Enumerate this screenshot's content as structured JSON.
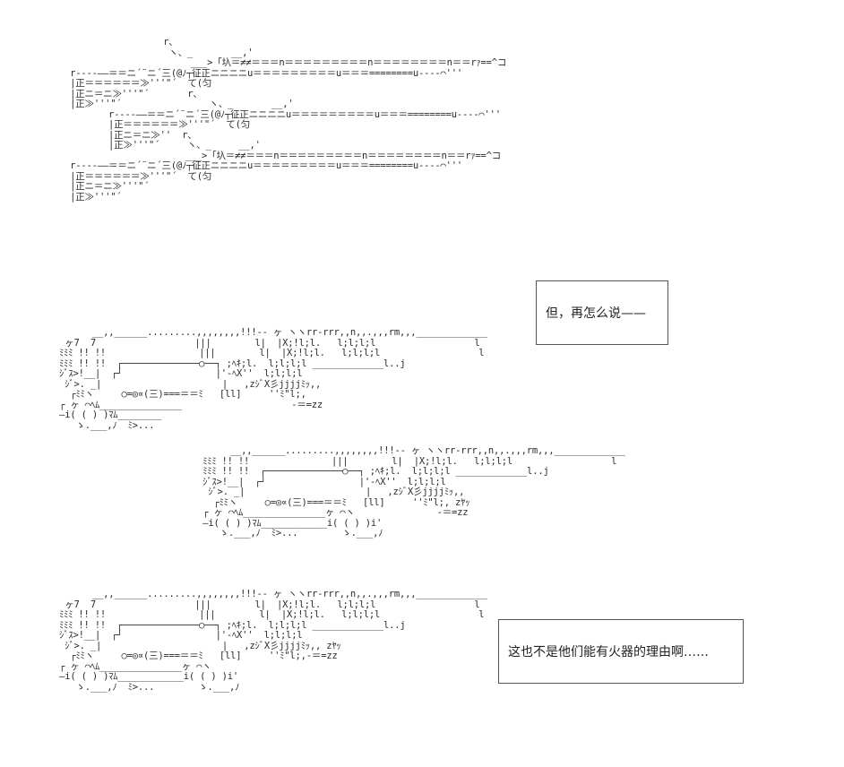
{
  "art": {
    "rifles": "                  r、\n                   ヽ、_       __,'\n                       ___>「圦＝≠≠＝＝＝n＝＝＝＝＝＝＝＝＝n＝＝＝＝＝＝＝＝n＝＝rｧ==^コ\n r----――＝＝ニ´¨ニ´三(@ﾉ┬征正ニニニニu＝＝＝＝＝＝＝＝＝u＝＝＝========u---‐⌒'''\n |正＝＝＝＝＝＝≫'''\"´  て(匀\n |正ニ＝ニ≫'''\"´       r、\n |正≫'''\"´                ヽ、_       __,'\n        r----――＝＝ニ´¨ニ´三(@ﾉ┬征正ニニニニu＝＝＝＝＝＝＝＝＝u＝＝＝========u---‐⌒'''\n        |正＝＝＝＝＝＝≫'''\"´  て(匀\n        |正ニ＝ニ≫''  r、\n        |正≫'''\"´     ヽ、_     __,'\n                      ___>「圦＝≠≠＝＝＝n＝＝＝＝＝＝＝＝＝n＝＝＝＝＝＝＝＝n＝＝rｧ==^コ\n r----――＝＝ニ´¨ニ´三(@ﾉ┬征正ニニニニu＝＝＝＝＝＝＝＝＝u＝＝＝========u---‐⌒'''\n |正＝＝＝＝＝＝≫'''\"´  て(匀\n |正ニ＝ニ≫'''\"´\n |正≫'''\"´",
    "cannon_top": "       __,,______.........,,,,,,,,!!!‐‐ ヶ ヽヽrr-rrr,,n,,.,,,rm,,,_____________\n  ヶ7  7                  |||        l|  |X;!l;l.   l;l;l;l                  l\n ﾐﾐﾐ !! !!                 |||        l|  |X;!l;l.   l;l;l;l                  l\n ﾐﾐﾐ !! !!  ┌──────────────○──┐ ;ﾍｷ;l.  l;l;l;l _____________l..j\n ｼﾞｽ>!__|  ┌┘                 |'‐ﾍX''  l;l;l;l\n  ｼﾞ>. _|                      |   ,zｼﾞX彡jjjjﾐｯ,,\n   ┌ﾐﾐヽ     ○=◎∝(三)===＝＝ﾐ   [ll]     ''ﾐ\"l;,\n ┌ ヶ ⌒ﾍﾑ_______________                    ‐＝=zz\n ―i( ( ) )ﾏﾑ________ \n    ゝ.___,ﾉ  ﾐ>...",
    "cannon_mid": "       __,,______.........,,,,,,,,!!!‐‐ ヶ ヽヽrr-rrr,,n,,.,,,rm,,,_____________\n  ﾐﾐﾐ !! !!               |||        l|  |X;!l;l.   l;l;l;l                  l\n  ﾐﾐﾐ !! !!  ┌──────────────○──┐ ;ﾍｷ;l.  l;l;l;l _____________l..j\n  ｼﾞｽ>!__|  ┌┘                 |'‐ﾍX''  l;l;l;l\n   ｼﾞ>. _|                      |   ,zｼﾞX彡jjjjﾐｯ,,\n    ┌ﾐﾐヽ     ○=◎∝(三)===＝＝ﾐ   [ll]     ''ﾐ\"l;, zﾔｯ\n  ┌ ヶ ⌒ﾍﾑ_______________ヶ ⌒ヽ               ‐＝=zz\n  ―i( ( ) )ﾏﾑ____________i( ( ) )i'\n     ゝ.___,ﾉ  ﾐ>...        ゝ.___,ﾉ",
    "cannon_bot": "       __,,______.........,,,,,,,,!!!‐‐ ヶ ヽヽrr-rrr,,n,,.,,,rm,,,_____________\n  ヶ7  7                  |||        l|  |X;!l;l.   l;l;l;l                  l\n ﾐﾐﾐ !! !!                 |||        l|  |X;!l;l.   l;l;l;l                  l\n ﾐﾐﾐ !! !!  ┌──────────────○──┐ ;ﾍｷ;l.  l;l;l;l _____________l..j\n ｼﾞｽ>!__|  ┌┘                 |'‐ﾍX''  l;l;l;l\n  ｼﾞ>. _|                      |   ,zｼﾞX彡jjjjﾐｯ,, zﾔｯ\n   ┌ﾐﾐヽ     ○=◎∝(三)===＝＝ﾐ   [ll]     ''ﾐ\"l;,‐＝=zz\n ┌ ヶ ⌒ﾍﾑ_______________ヶ ⌒ヽ\n ―i( ( ) )ﾏﾑ____________i( ( ) )i'\n    ゝ.___,ﾉ  ﾐ>...        ゝ.___,ﾉ"
  },
  "bubbles": {
    "first": "但，再怎么说——",
    "second": "这也不是他们能有火器的理由啊……"
  }
}
